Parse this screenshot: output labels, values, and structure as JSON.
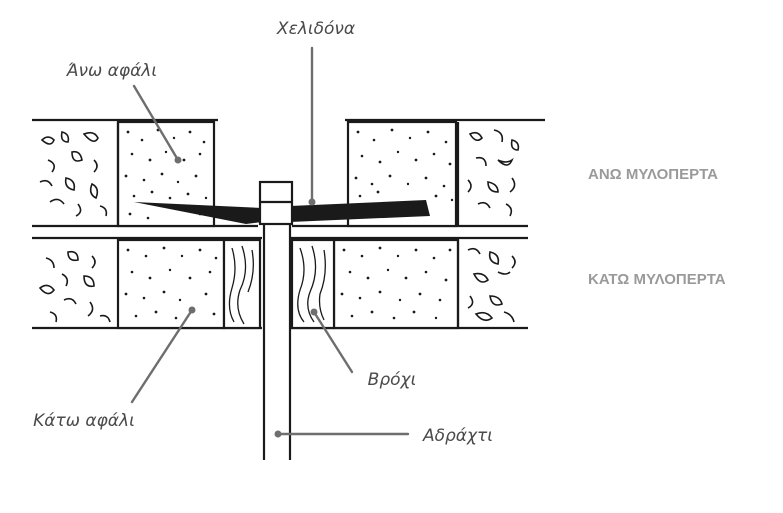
{
  "labels": {
    "swallowtail": "Χελιδόνα",
    "upper_coupling": "Άνω αφάλι",
    "upper_millstone": "ΑΝΩ ΜΥΛΟΠΕΡΤΑ",
    "lower_millstone": "ΚΑΤΩ ΜΥΛΟΠΕΡΤΑ",
    "bushing": "Βρόχι",
    "lower_coupling": "Κάτω αφάλι",
    "spindle": "Αδράχτι"
  },
  "colors": {
    "ink": "#1a1a1a",
    "leader": "#6e6e6e",
    "caps_label": "#9a9a9a",
    "italic_label": "#4a4a4a"
  }
}
